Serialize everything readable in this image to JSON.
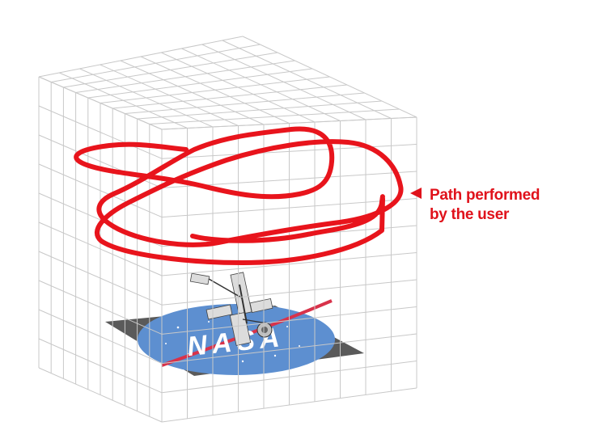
{
  "annotation": {
    "line1": "Path performed",
    "line2": "by the user"
  },
  "logo": {
    "text": "NASA"
  },
  "colors": {
    "path": "#e8141c",
    "grid": "#c8c8c8",
    "floor": "#555555",
    "logo_blue": "#5d8fd0",
    "annotation": "#e0121b"
  },
  "icons": {
    "arrow": "arrow-left-icon",
    "spacecraft": "space-station-icon"
  }
}
